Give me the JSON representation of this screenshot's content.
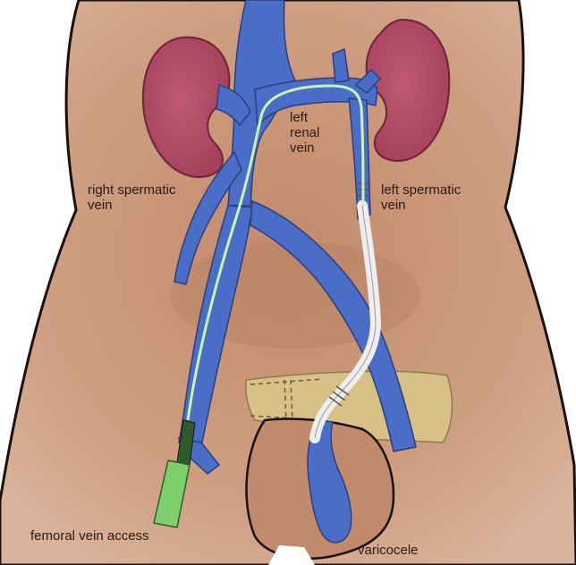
{
  "labels": {
    "left_renal_vein": "left\nrenal\nvein",
    "right_spermatic_vein": "right spermatic\nvein",
    "left_spermatic_vein": "left spermatic\nvein",
    "femoral_vein_access": "femoral vein access",
    "varicocele": "varicocele"
  },
  "colors": {
    "skin": "#c99879",
    "skin_dark": "#b07c60",
    "kidney": "#b24c66",
    "vein": "#4a6ec8",
    "vein_light": "#6f8fe0",
    "catheter": "#eeeeee",
    "guidewire": "#c8f5b0",
    "sheath": "#7ccf6a",
    "pubic_region": "#d7c187",
    "outline": "#1a1010"
  }
}
